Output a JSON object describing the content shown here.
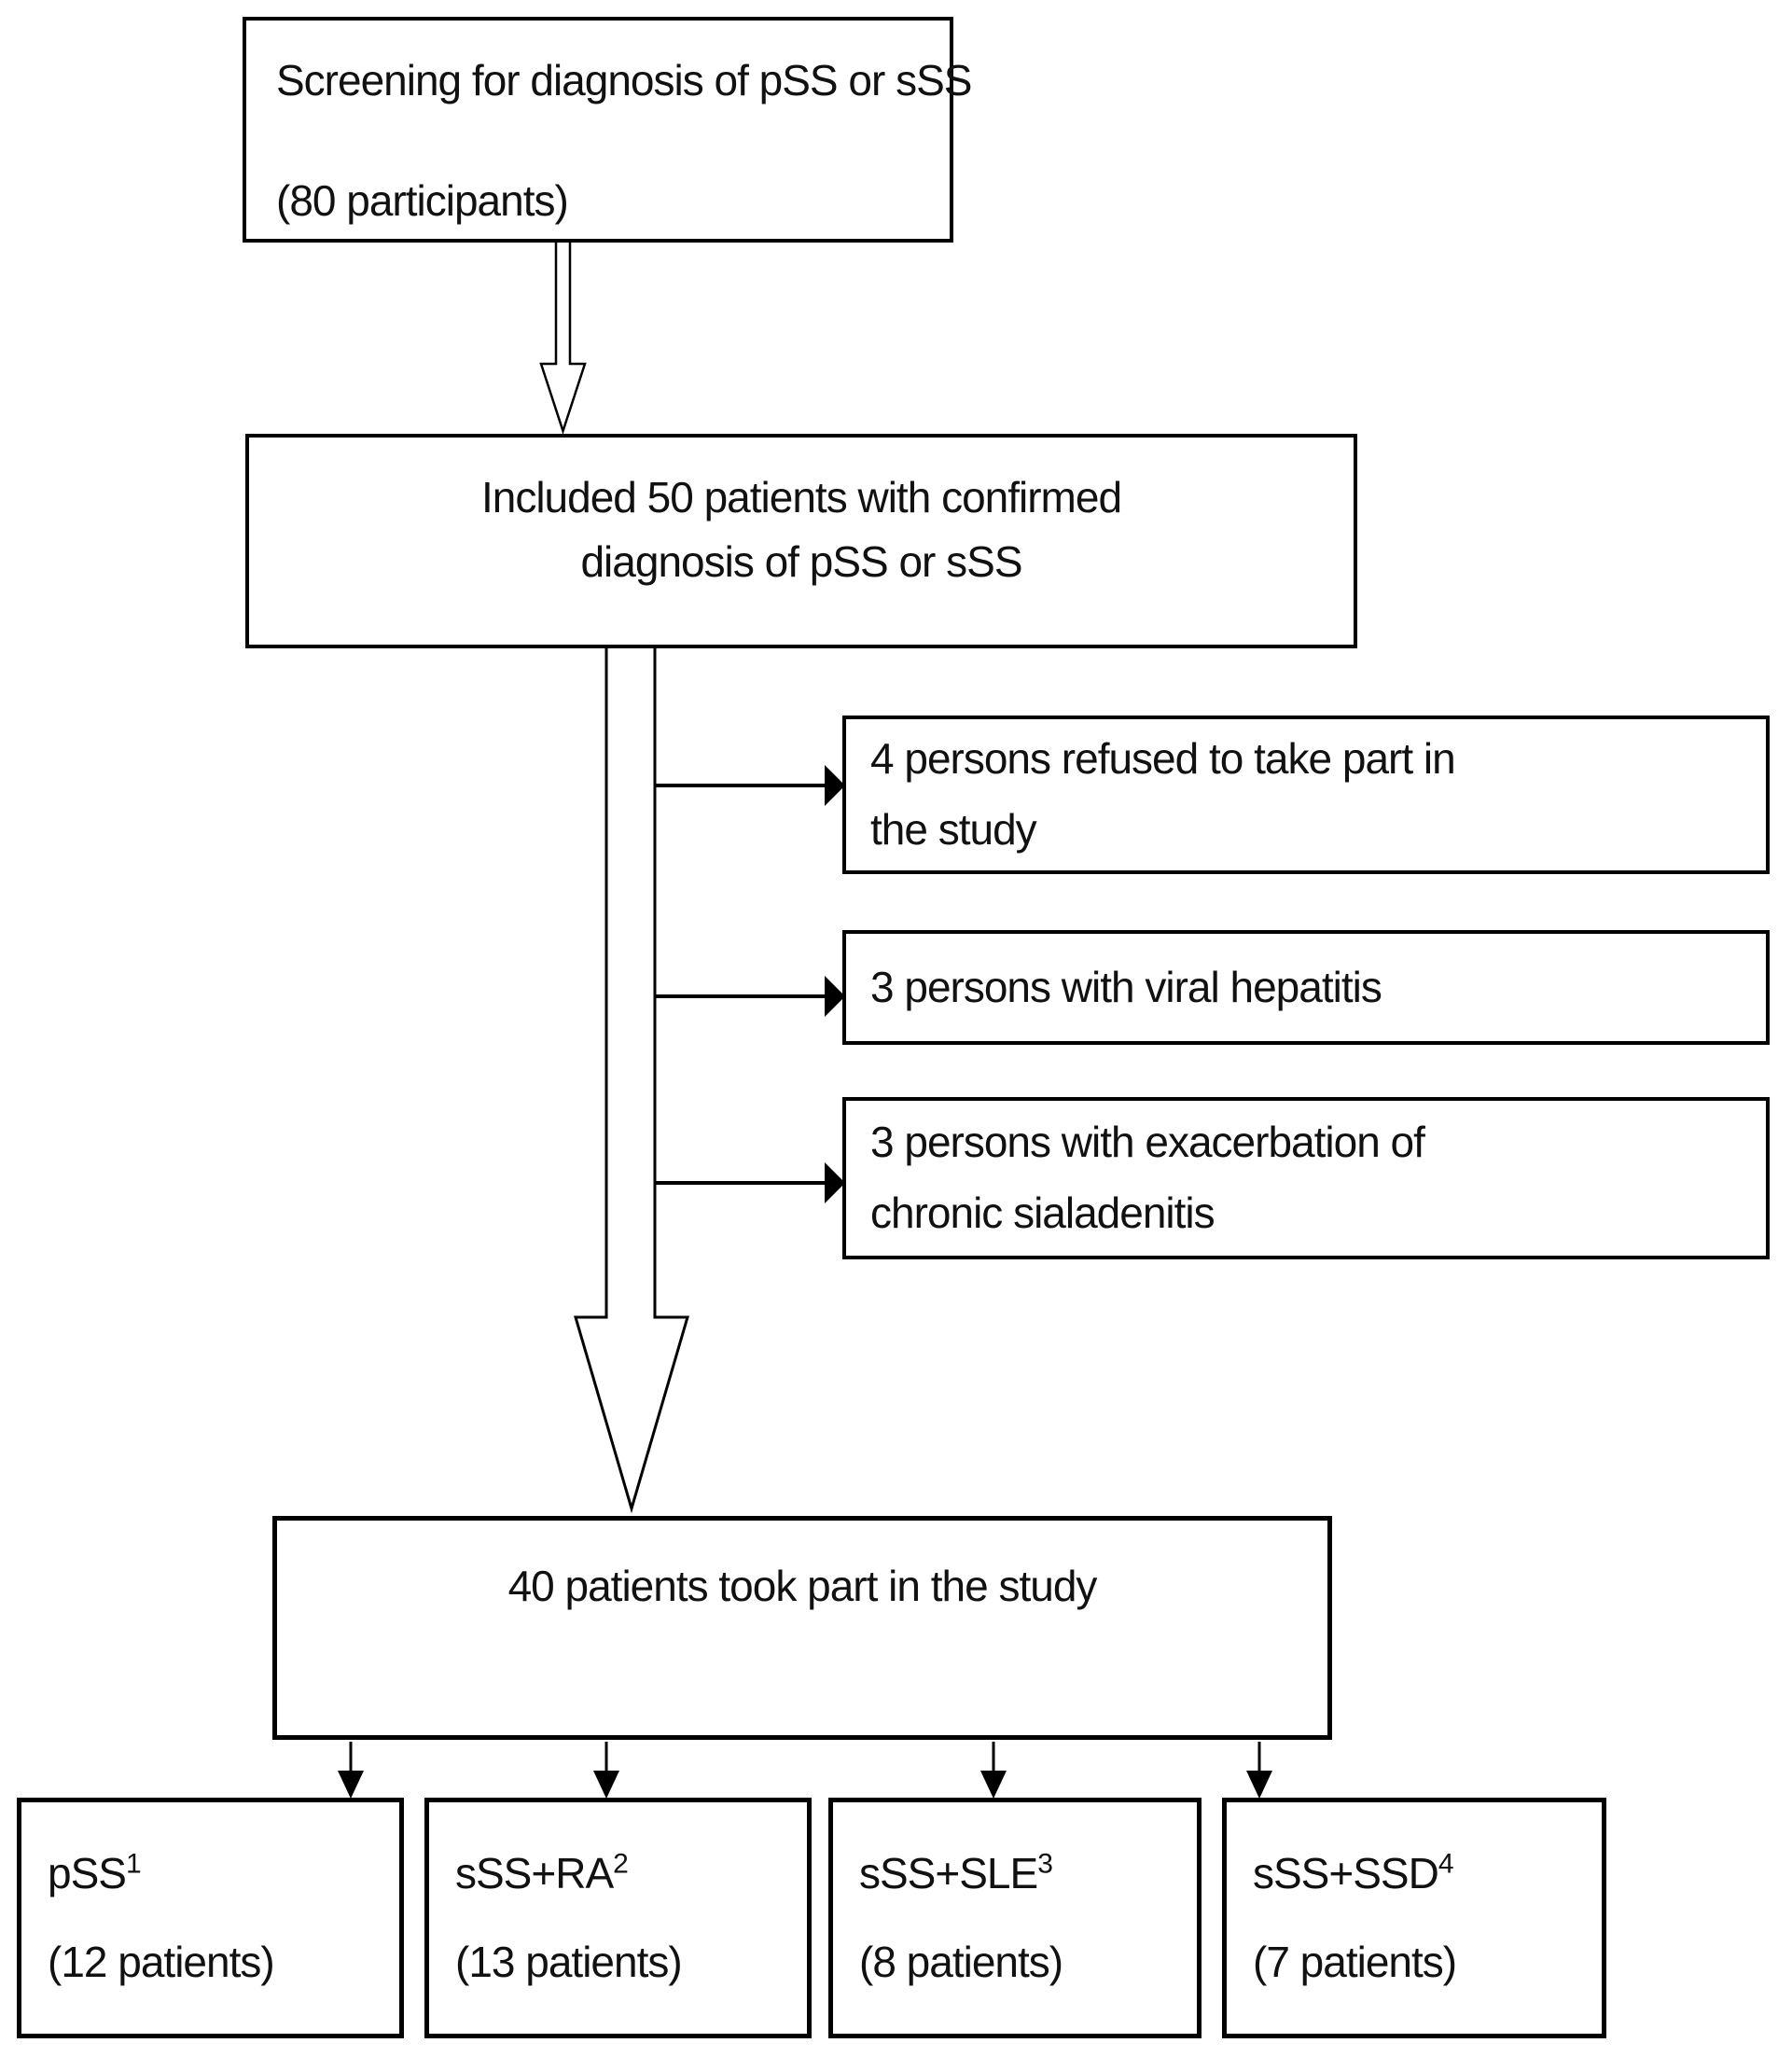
{
  "colors": {
    "background": "#ffffff",
    "line": "#000000",
    "text": "#111111"
  },
  "flow": {
    "screening": {
      "line1": "Screening for diagnosis of pSS or sSS",
      "line2": "(80 participants)"
    },
    "included": {
      "line1": "Included 50 patients with confirmed",
      "line2": "diagnosis of pSS or sSS"
    },
    "exclusions": [
      {
        "line1": "4 persons refused to take part in",
        "line2": "the study"
      },
      {
        "line1": "3 persons with viral hepatitis",
        "line2": ""
      },
      {
        "line1": "3 persons with exacerbation of",
        "line2": "chronic sialadenitis"
      }
    ],
    "participated": {
      "line1": "40 patients took part in the study"
    },
    "groups": [
      {
        "name": "pSS",
        "sup": "1",
        "count": "(12 patients)"
      },
      {
        "name": "sSS+RA",
        "sup": "2",
        "count": "(13 patients)"
      },
      {
        "name": "sSS+SLE",
        "sup": "3",
        "count": "(8 patients)"
      },
      {
        "name": "sSS+SSD",
        "sup": "4",
        "count": "(7 patients)"
      }
    ]
  }
}
